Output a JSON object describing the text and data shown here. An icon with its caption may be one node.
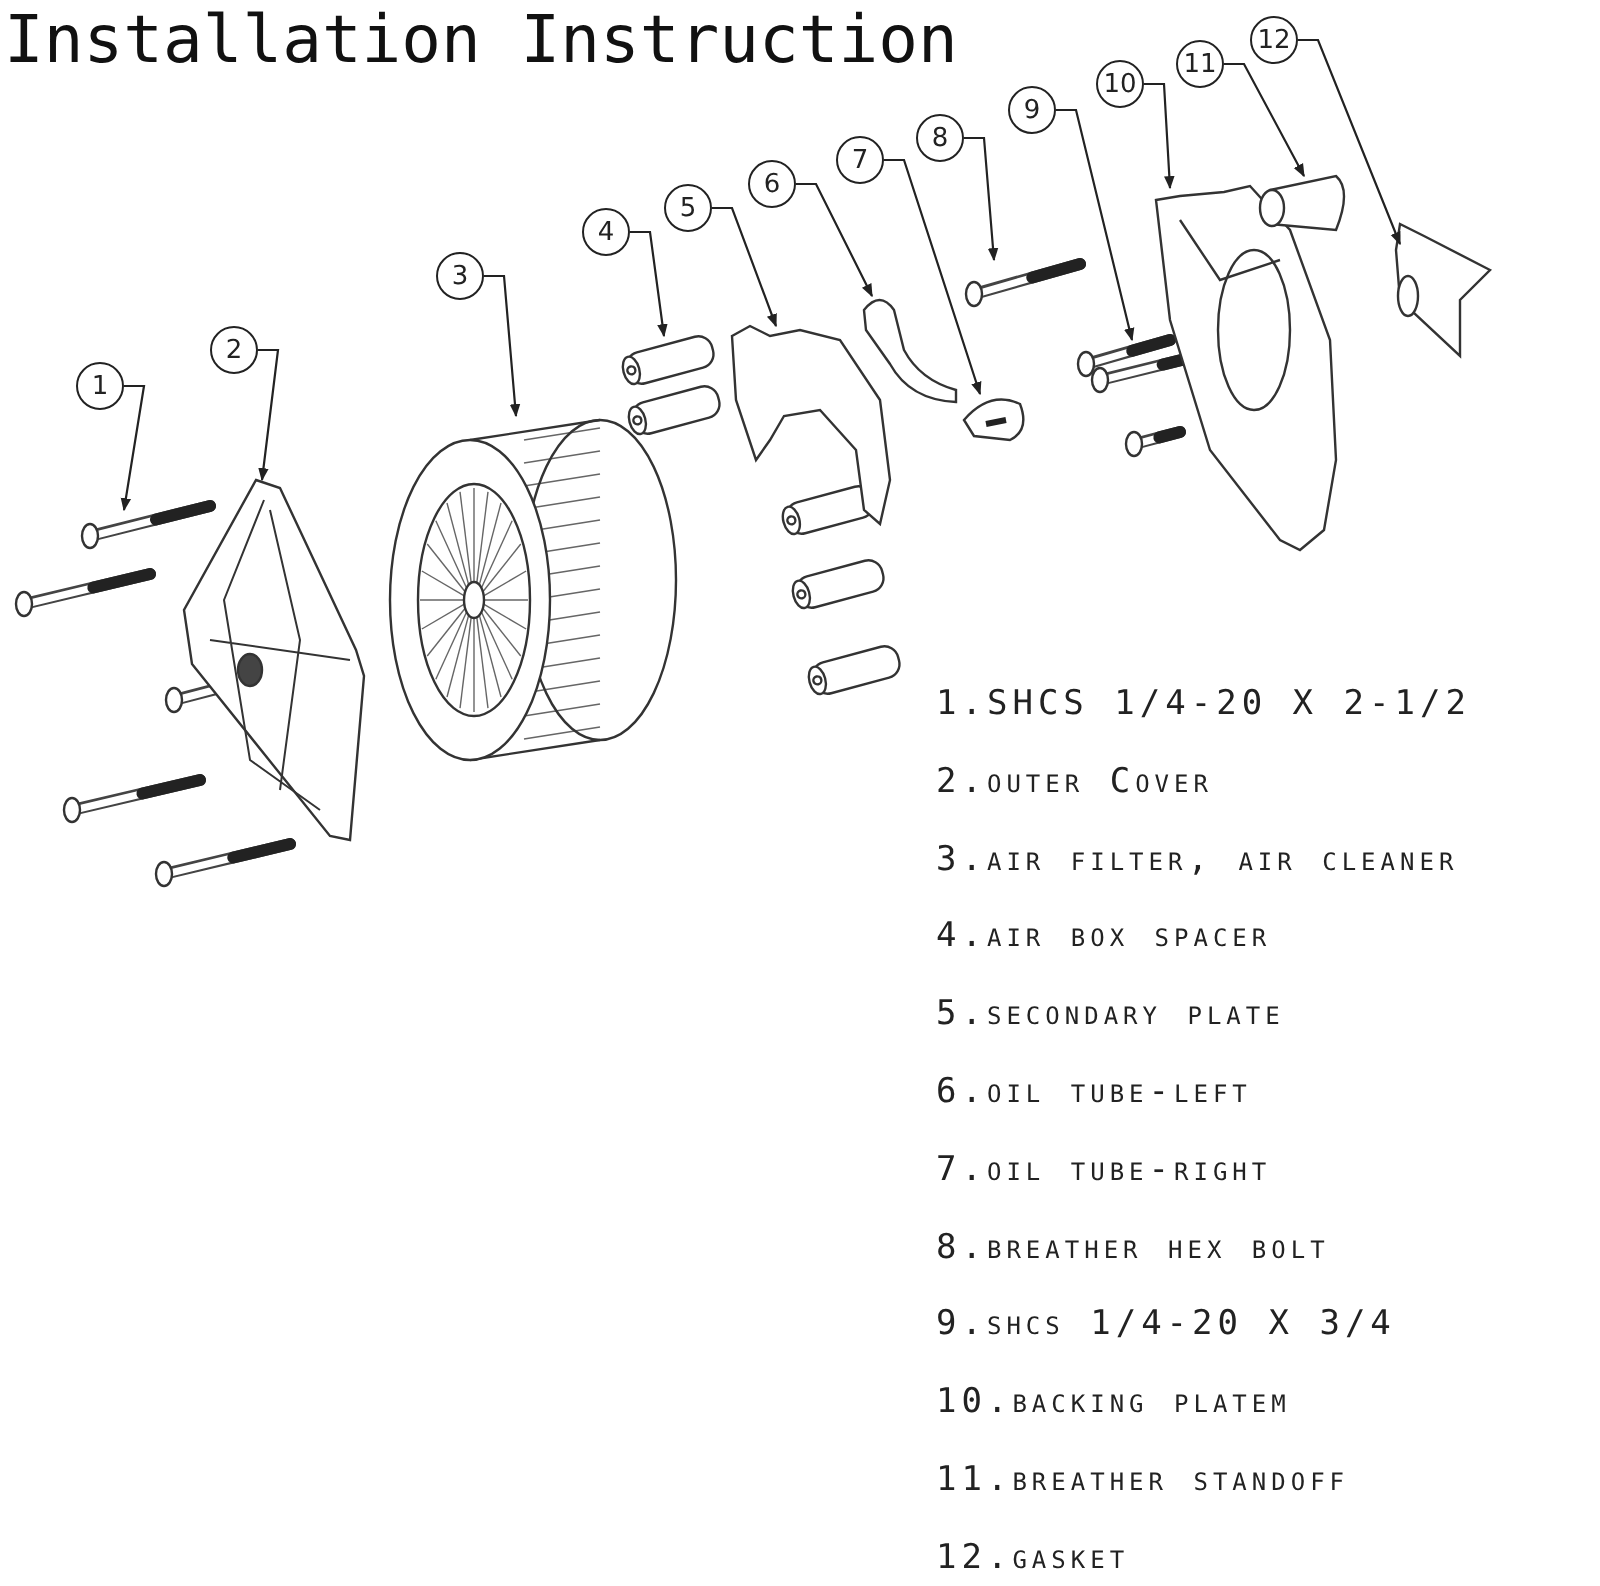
{
  "diagram": {
    "title": "Installation Instruction",
    "nodes": [
      {
        "text": [
          "1"
        ]
      },
      {
        "text": [
          "2"
        ]
      },
      {
        "text": [
          "3"
        ]
      },
      {
        "text": [
          "4"
        ]
      },
      {
        "text": [
          "5"
        ]
      },
      {
        "text": [
          "6"
        ]
      },
      {
        "text": [
          "7"
        ]
      },
      {
        "text": [
          "8"
        ]
      },
      {
        "text": [
          "9"
        ]
      },
      {
        "text": [
          "10"
        ]
      },
      {
        "text": [
          "11"
        ]
      },
      {
        "text": [
          "12"
        ]
      }
    ],
    "edges": [
      {
        "from": 0,
        "to": null,
        "arrow": "to"
      },
      {
        "from": 1,
        "to": null,
        "arrow": "to"
      },
      {
        "from": 2,
        "to": null,
        "arrow": "to"
      },
      {
        "from": 3,
        "to": null,
        "arrow": "to"
      },
      {
        "from": 4,
        "to": null,
        "arrow": "to"
      },
      {
        "from": 5,
        "to": null,
        "arrow": "to"
      },
      {
        "from": 6,
        "to": null,
        "arrow": "to"
      },
      {
        "from": 7,
        "to": null,
        "arrow": "to"
      },
      {
        "from": 8,
        "to": null,
        "arrow": "to"
      },
      {
        "from": 9,
        "to": null,
        "arrow": "to"
      },
      {
        "from": 10,
        "to": null,
        "arrow": "to"
      },
      {
        "from": 11,
        "to": null,
        "arrow": "to"
      }
    ],
    "labels": [
      "1.SHCS 1/4-20 X 2-1/2",
      "2.outer Cover",
      "3.air filter, air cleaner",
      "4.air box spacer",
      "5.secondary plate",
      "6.oil tube-left",
      "7.oil tube-right",
      "8.breather hex bolt",
      "9.shcs 1/4-20 X 3/4",
      "10.backing platem",
      "11.breather standoff",
      "12.gasket"
    ]
  }
}
